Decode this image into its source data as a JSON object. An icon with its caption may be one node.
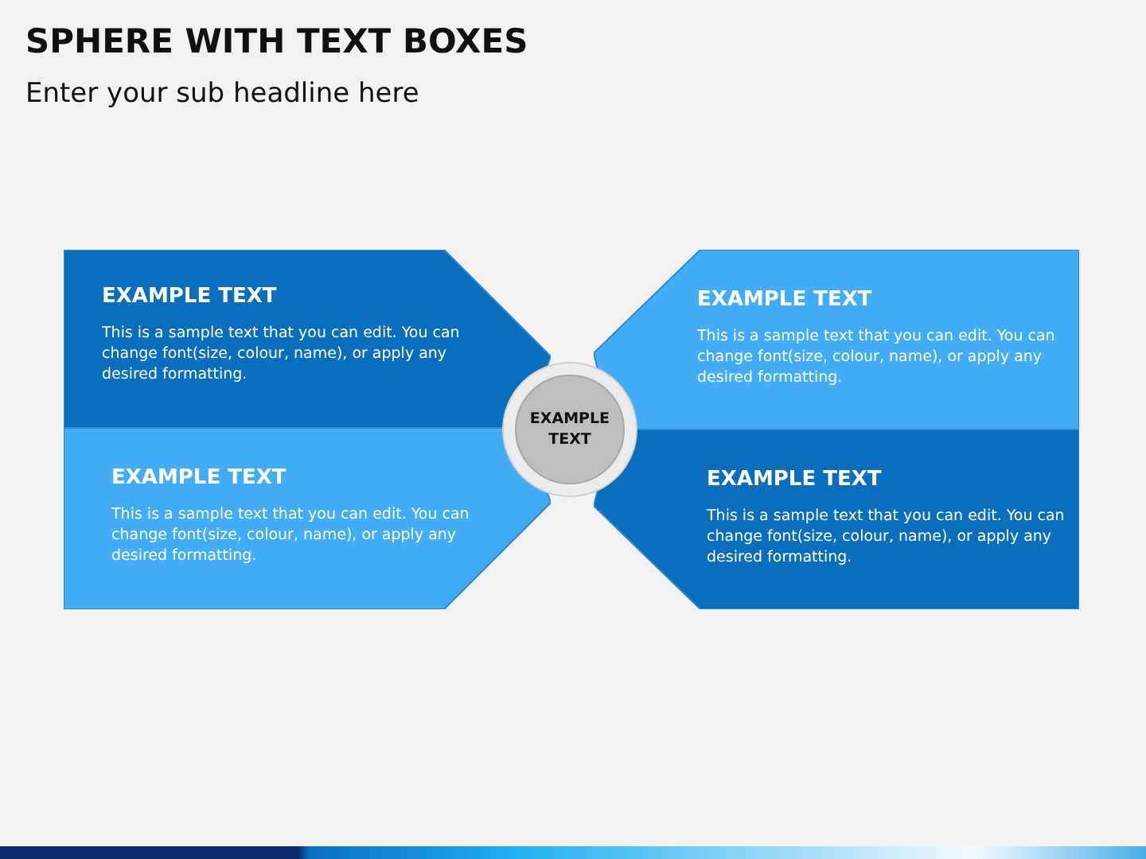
{
  "diagram": {
    "title": "SPHERE WITH TEXT BOXES",
    "nodes": [
      {
        "text": [
          "EXAMPLE TEXT",
          "This is a sample text that you can edit. You can change font(size, colour, name), or apply any desired formatting."
        ]
      },
      {
        "text": [
          "EXAMPLE TEXT",
          "This is a sample text that you can edit. You can change font(size, colour, name), or apply any desired formatting."
        ]
      },
      {
        "text": [
          "EXAMPLE TEXT"
        ]
      },
      {
        "text": [
          "EXAMPLE TEXT",
          "This is a sample text that you can edit. You can change font(size, colour, name), or apply any desired formatting."
        ]
      },
      {
        "text": [
          "EXAMPLE TEXT",
          "This is a sample text that you can edit. You can change font(size, colour, name), or apply any desired formatting."
        ]
      }
    ],
    "edges": [],
    "labels": [
      "Enter your sub headline here"
    ]
  }
}
